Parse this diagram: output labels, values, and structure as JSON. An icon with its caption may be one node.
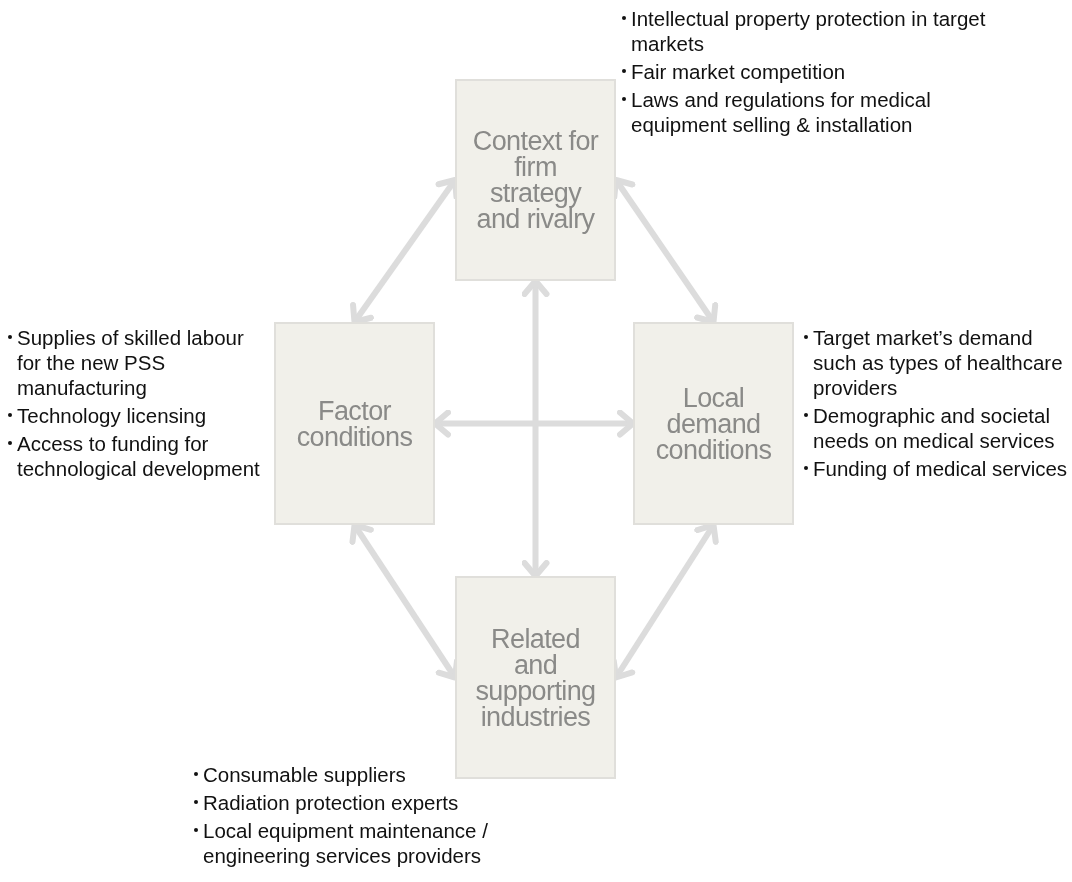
{
  "diagram": {
    "nodes": [
      {
        "text": [
          "Context for firm strategy and rivalry"
        ],
        "beside": [
          "Intellectual property protection in target markets",
          "Fair market competition",
          "Laws and regulations for medical equipment selling & installation"
        ]
      },
      {
        "text": [
          "Factor conditions"
        ],
        "beside": [
          "Supplies of skilled labour for the new PSS manufacturing",
          "Technology licensing",
          "Access to funding for technological development"
        ]
      },
      {
        "text": [
          "Local demand conditions"
        ],
        "beside": [
          "Target market’s demand such as types of healthcare providers",
          "Demographic and societal needs on medical services",
          "Funding of medical services"
        ]
      },
      {
        "text": [
          "Related and supporting industries"
        ],
        "beside": [
          "Consumable suppliers",
          "Radiation protection experts",
          "Local equipment maintenance / engineering services providers"
        ]
      }
    ],
    "edges": [
      {
        "from": 0,
        "to": 1,
        "arrow": "both"
      },
      {
        "from": 0,
        "to": 2,
        "arrow": "both"
      },
      {
        "from": 1,
        "to": 2,
        "arrow": "both"
      },
      {
        "from": 0,
        "to": 3,
        "arrow": "both"
      },
      {
        "from": 1,
        "to": 3,
        "arrow": "both"
      },
      {
        "from": 2,
        "to": 3,
        "arrow": "both"
      }
    ]
  }
}
